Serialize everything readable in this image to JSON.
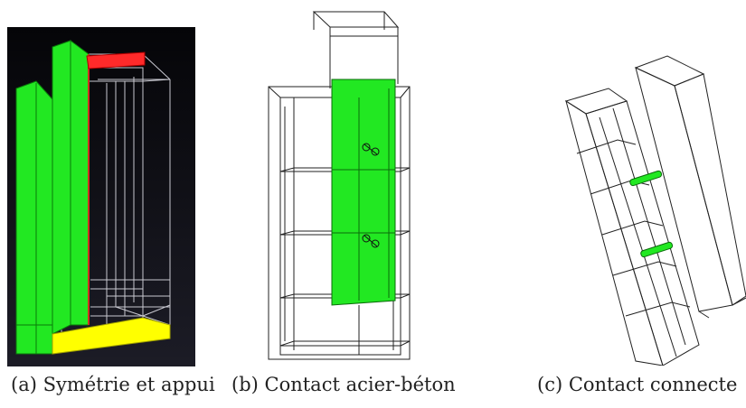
{
  "figure": {
    "panels": [
      {
        "id": "a",
        "caption": "(a)  Symétrie et appui",
        "highlight_colors": [
          "#22e822",
          "#ee2020",
          "#ffff00"
        ],
        "background": "#0c0c14"
      },
      {
        "id": "b",
        "caption": "(b) Contact acier-béton",
        "highlight_colors": [
          "#22e822"
        ],
        "background": "#ffffff"
      },
      {
        "id": "c",
        "caption": "(c) Contact connecte",
        "highlight_colors": [
          "#22e822"
        ],
        "background": "#ffffff"
      }
    ]
  }
}
